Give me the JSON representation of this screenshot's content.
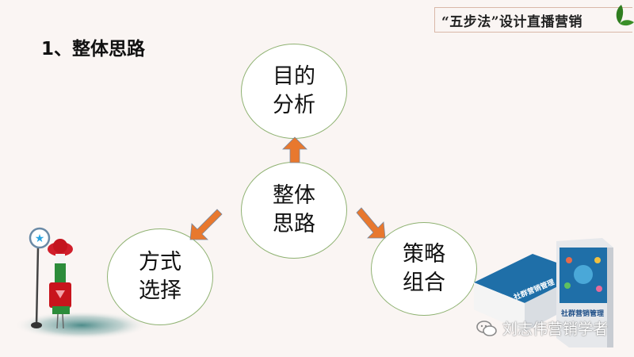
{
  "slide": {
    "header_title": "“五步法”设计直播营销",
    "heading": "1、整体思路"
  },
  "diagram": {
    "center": {
      "line1": "整体",
      "line2": "思路"
    },
    "top": {
      "line1": "目的",
      "line2": "分析"
    },
    "left": {
      "line1": "方式",
      "line2": "选择"
    },
    "right": {
      "line1": "策略",
      "line2": "组合"
    }
  },
  "colors": {
    "background": "#faf5f3",
    "circle_border": "#8fb272",
    "arrow": "#e8782e",
    "title_border": "#d9b8a8"
  },
  "books": {
    "cover_title": "社群营销管理"
  },
  "watermark": {
    "text": "刘志伟营销学者",
    "icon": "wechat-icon"
  }
}
